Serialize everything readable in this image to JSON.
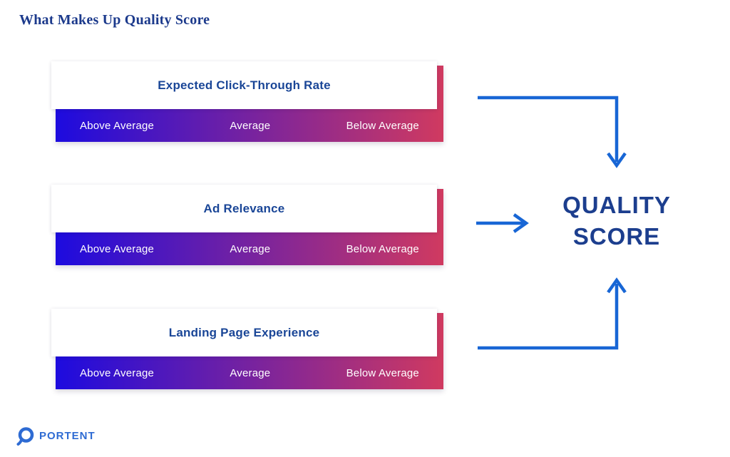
{
  "title": "What Makes Up Quality Score",
  "cards": [
    {
      "heading": "Expected Click-Through Rate",
      "labels": [
        "Above Average",
        "Average",
        "Below Average"
      ]
    },
    {
      "heading": "Ad Relevance",
      "labels": [
        "Above Average",
        "Average",
        "Below Average"
      ]
    },
    {
      "heading": "Landing Page Experience",
      "labels": [
        "Above Average",
        "Average",
        "Below Average"
      ]
    }
  ],
  "result": {
    "line1": "QUALITY",
    "line2": "SCORE"
  },
  "logo": {
    "text": "PORTENT"
  },
  "colors": {
    "gradient_start": "#1d0bdf",
    "gradient_end": "#d03a60",
    "title_navy": "#1c3a8c",
    "heading_blue": "#1a4697",
    "arrow_blue": "#1866d5",
    "result_navy": "#1c3e8e",
    "logo_blue": "#2e6bd3"
  }
}
